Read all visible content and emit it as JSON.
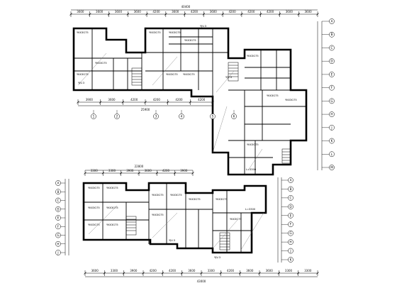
{
  "block_top": {
    "top_dims": [
      "3600",
      "3600",
      "3600",
      "3600",
      "4200",
      "3600",
      "4200",
      "3600",
      "4200",
      "4200",
      "4200",
      "3600",
      "3600"
    ],
    "top_total": "40400",
    "mid_dims": [
      "3900",
      "3600",
      "4200",
      "4200",
      "4200",
      "4200"
    ],
    "mid_total": "25900",
    "rooms": [
      {
        "label": "YKX3G75",
        "side": "top"
      },
      {
        "label": "YKX3G75",
        "side": "top"
      },
      {
        "label": "YKX3G75",
        "side": "top"
      },
      {
        "label": "YKX3G75",
        "side": "top"
      },
      {
        "label": "YKX3G75",
        "side": "top"
      },
      {
        "label": "YKX3G75",
        "side": "top"
      },
      {
        "label": "YKX3G75",
        "side": "top"
      },
      {
        "label": "YKX3G75",
        "side": "top"
      },
      {
        "label": "YKX3G75",
        "side": "right"
      },
      {
        "label": "YKX3G75",
        "side": "right"
      },
      {
        "label": "YKX3G75",
        "side": "right"
      },
      {
        "label": "YKX3G75",
        "side": "right"
      }
    ],
    "notes": [
      "YJV-3",
      "YJV-3",
      "L=3300",
      "YJV-3"
    ]
  },
  "block_bottom": {
    "top_dims": [
      "3300",
      "3300",
      "3900",
      "3600",
      "4200",
      "3900"
    ],
    "top_total": "22800",
    "bottom_dims": [
      "3600",
      "3300",
      "3900",
      "4200",
      "4200",
      "3600",
      "3300",
      "4200",
      "3600",
      "3600",
      "3300",
      "3300"
    ],
    "bottom_total": "43000",
    "rooms": [
      {
        "label": "YKX3G75"
      },
      {
        "label": "YKX3G75"
      },
      {
        "label": "YKX3G75"
      },
      {
        "label": "YKX3G75"
      },
      {
        "label": "YKX3G75"
      },
      {
        "label": "YKX3G75"
      },
      {
        "label": "YKX3G75"
      },
      {
        "label": "YKX3G75"
      },
      {
        "label": "YKX3G75"
      },
      {
        "label": "YKX3G75"
      },
      {
        "label": "YKX3G75"
      },
      {
        "label": "YKX3G75"
      }
    ],
    "notes": [
      "YJV-3",
      "L=3300",
      "YJV-3"
    ]
  },
  "axes": {
    "top_left": [
      "1",
      "2",
      "3",
      "4",
      "5",
      "6"
    ],
    "top_right": [
      "A",
      "B",
      "C",
      "D",
      "E",
      "F",
      "G",
      "H",
      "J",
      "K",
      "L",
      "M"
    ],
    "bottom_left": [
      "A",
      "B",
      "C",
      "D",
      "E",
      "F",
      "G",
      "H",
      "J"
    ],
    "bottom_right": [
      "A",
      "B",
      "C",
      "D",
      "E",
      "F",
      "G",
      "H",
      "J",
      "K"
    ]
  }
}
